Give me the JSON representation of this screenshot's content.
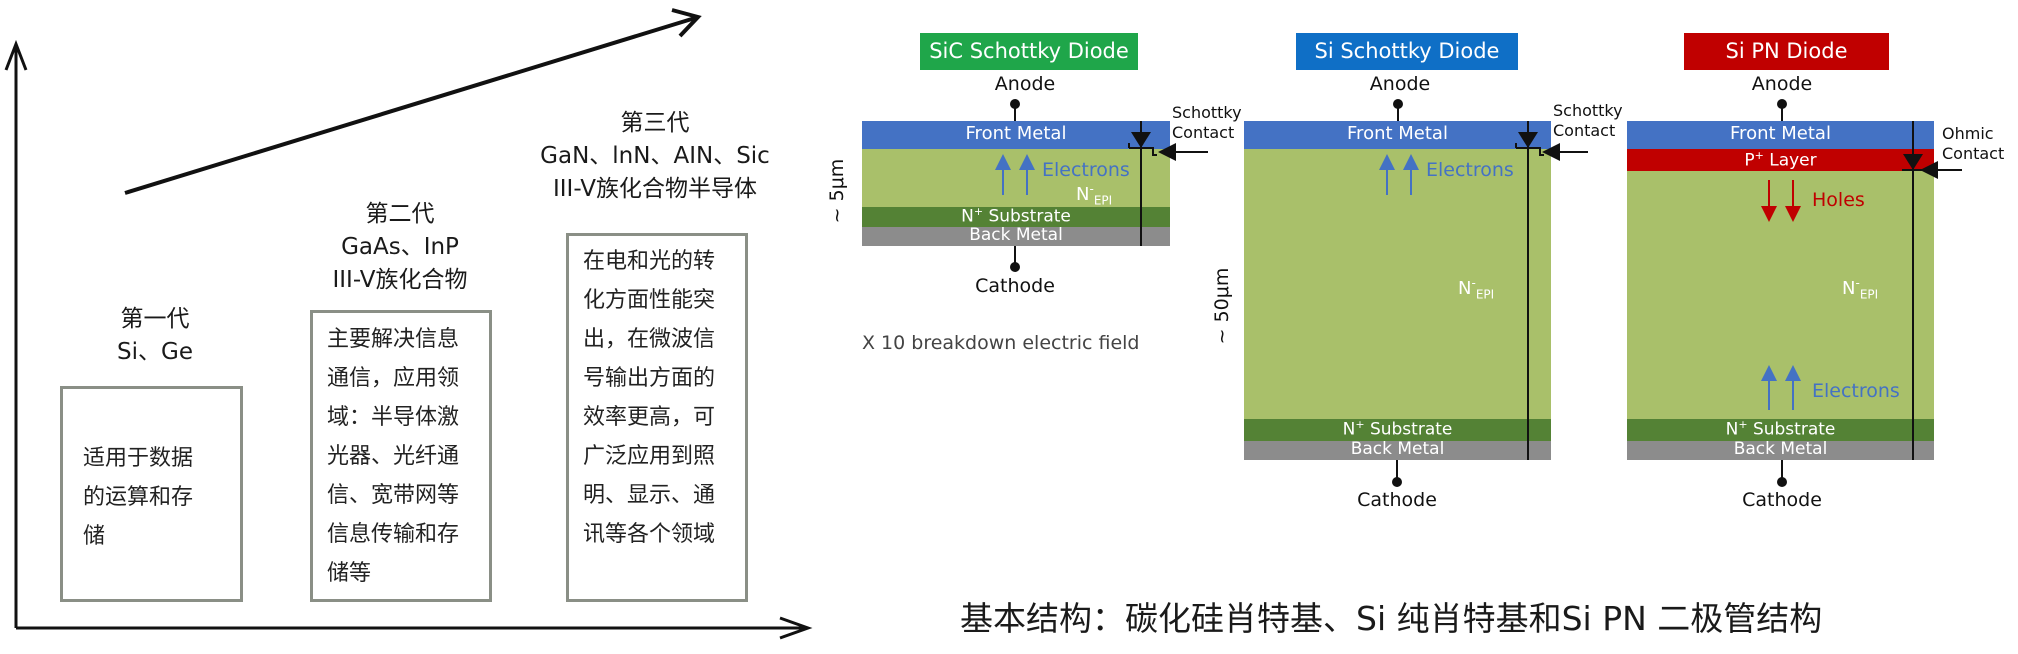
{
  "left": {
    "generations": [
      {
        "title": "第一代",
        "materials": "Si、Ge",
        "desc_lines": [
          "适用于数据",
          "的运算和存",
          "储"
        ]
      },
      {
        "title": "第二代",
        "materials": "GaAs、InP",
        "materials2": "III-V族化合物",
        "desc_lines": [
          "主要解决信息",
          "通信，应用领",
          "域：半导体激",
          "光器、光纤通",
          "信、宽带网等",
          "信息传输和存",
          "储等"
        ]
      },
      {
        "title": "第三代",
        "materials": "GaN、lnN、AIN、Sic",
        "materials2": "III-V族化合物半导体",
        "desc_lines": [
          "在电和光的转",
          "化方面性能突",
          "出，在微波信",
          "号输出方面的",
          "效率更高，可",
          "广泛应用到照",
          "明、显示、通",
          "讯等各个领域"
        ]
      }
    ]
  },
  "devices": {
    "sic": {
      "title": "SiC Schottky Diode",
      "title_color": "#1fa64a",
      "anode": "Anode",
      "front_metal": "Front Metal",
      "electrons": "Electrons",
      "epi": "N",
      "epi_sup": "-",
      "epi_sub": "EPI",
      "substrate": "N+ Substrate",
      "back_metal": "Back Metal",
      "cathode": "Cathode",
      "contact": [
        "Schottky",
        "Contact"
      ],
      "thickness": "~ 5μm",
      "note": "X 10 breakdown electric field"
    },
    "si_schottky": {
      "title": "Si Schottky Diode",
      "title_color": "#0f6fc6",
      "anode": "Anode",
      "front_metal": "Front Metal",
      "electrons": "Electrons",
      "epi": "N",
      "epi_sup": "-",
      "epi_sub": "EPI",
      "substrate": "N+ Substrate",
      "back_metal": "Back Metal",
      "cathode": "Cathode",
      "contact": [
        "Schottky",
        "Contact"
      ],
      "thickness": "~ 50μm"
    },
    "si_pn": {
      "title": "Si PN Diode",
      "title_color": "#c00000",
      "anode": "Anode",
      "front_metal": "Front Metal",
      "p_layer": "P+ Layer",
      "holes": "Holes",
      "electrons": "Electrons",
      "epi": "N",
      "epi_sup": "-",
      "epi_sub": "EPI",
      "substrate": "N+ Substrate",
      "back_metal": "Back Metal",
      "cathode": "Cathode",
      "contact": [
        "Ohmic",
        "Contact"
      ]
    }
  },
  "caption": "基本结构：碳化硅肖特基、Si 纯肖特基和Si PN 二极管结构",
  "colors": {
    "front_metal": "#4472c4",
    "epi": "#a9c06a",
    "substrate": "#548235",
    "back_metal": "#8c8c8c",
    "p_layer": "#c00000",
    "electron_arrow": "#4472c4",
    "hole_arrow": "#c00000"
  }
}
